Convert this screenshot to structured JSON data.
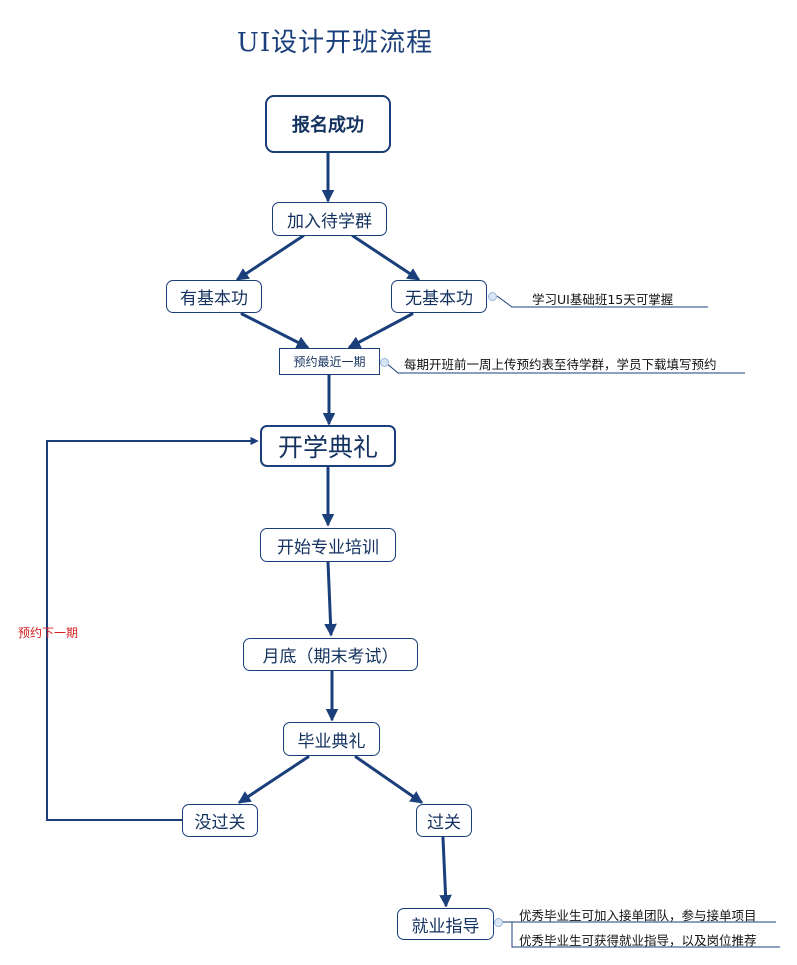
{
  "title": "UI设计开班流程",
  "nodes": {
    "signup": "报名成功",
    "join_group": "加入待学群",
    "has_basic": "有基本功",
    "no_basic": "无基本功",
    "book_next": "预约最近一期",
    "opening": "开学典礼",
    "training": "开始专业培训",
    "month_end": "月底（期末考试）",
    "graduation": "毕业典礼",
    "fail": "没过关",
    "pass": "过关",
    "job_guide": "就业指导"
  },
  "notes": {
    "no_basic": "学习UI基础班15天可掌握",
    "book_next": "每期开班前一周上传预约表至待学群，学员下载填写预约",
    "job_guide_1": "优秀毕业生可加入接单团队，参与接单项目",
    "job_guide_2": "优秀毕业生可获得就业指导，以及岗位推荐"
  },
  "loop_label": "预约下一期",
  "colors": {
    "primary": "#1a3f7a",
    "text": "#14325f",
    "loop_label": "#d42020"
  }
}
